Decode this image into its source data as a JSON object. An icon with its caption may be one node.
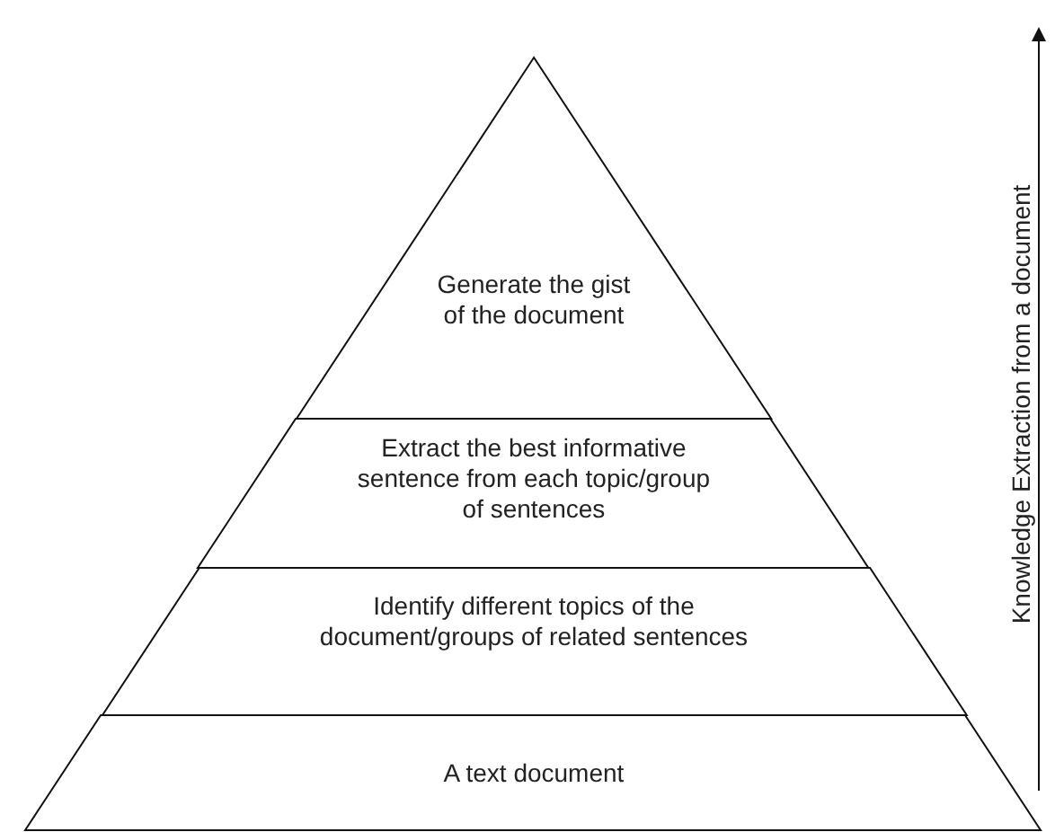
{
  "diagram": {
    "nodes": [
      {
        "text": [
          "Generate the gist of the document"
        ]
      },
      {
        "text": [
          "Extract the best informative sentence from each topic/group of sentences"
        ]
      },
      {
        "text": [
          "Identify different topics of the document/groups of related sentences"
        ]
      },
      {
        "text": [
          "A text document"
        ]
      }
    ],
    "labels": [
      "Knowledge Extraction from a document"
    ]
  }
}
